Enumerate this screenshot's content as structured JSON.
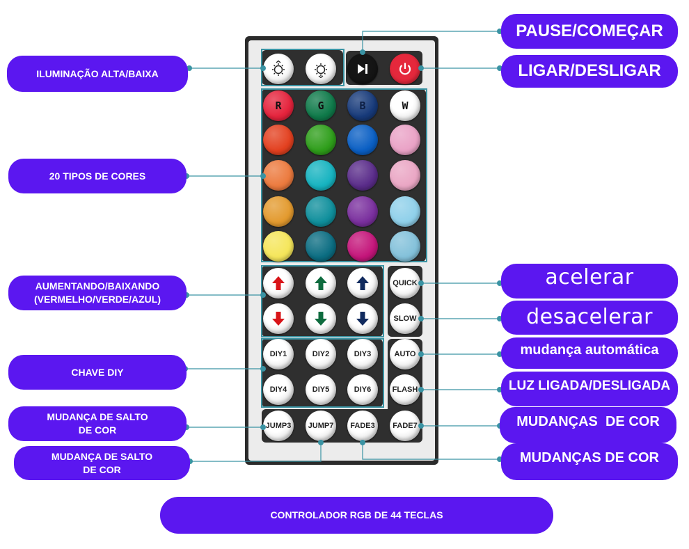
{
  "labels_left": [
    {
      "text": "ILUMINAÇÃO ALTA/BAIXA"
    },
    {
      "text": "20 TIPOS DE CORES"
    },
    {
      "line1": "AUMENTANDO/BAIXANDO",
      "line2": "(VERMELHO/VERDE/AZUL)"
    },
    {
      "text": "CHAVE DIY"
    },
    {
      "line1": "MUDANÇA DE SALTO",
      "line2": "DE COR"
    },
    {
      "line1": "MUDANÇA DE SALTO",
      "line2": "DE COR"
    }
  ],
  "labels_right": [
    {
      "text": "PAUSE/COMEÇAR"
    },
    {
      "text": "LIGAR/DESLIGAR"
    },
    {
      "text": "acelerar"
    },
    {
      "text": "desacelerar"
    },
    {
      "text": "mudança automática"
    },
    {
      "text": "LUZ LIGADA/DESLIGADA"
    },
    {
      "text": "MUDANÇAS  DE COR"
    },
    {
      "text": "MUDANÇAS DE COR"
    }
  ],
  "footer": {
    "text": "CONTROLADOR RGB DE 44 TECLAS"
  },
  "accent": "#5b17f0",
  "leader_color": "#3a93a3",
  "remote": {
    "top_row": [
      {
        "icon": "brightness-up-icon"
      },
      {
        "icon": "brightness-down-icon"
      },
      {
        "icon": "play-pause-icon"
      },
      {
        "icon": "power-icon"
      }
    ],
    "color_labels": [
      "R",
      "G",
      "B",
      "W"
    ],
    "colors": [
      [
        "#e5233c",
        "#0f7a4a",
        "#173a7a",
        "#ffffff"
      ],
      [
        "#e3401f",
        "#2e9e1a",
        "#0a5fc4",
        "#eaa2c6"
      ],
      [
        "#ec7a3e",
        "#16b3c0",
        "#5a2c8a",
        "#eaa6c4"
      ],
      [
        "#e39a2e",
        "#0f8f9c",
        "#7a2f9e",
        "#8fd0ea"
      ],
      [
        "#f5e65a",
        "#0b6d82",
        "#c4157a",
        "#83c1da"
      ]
    ],
    "arrows": [
      [
        "#d81418",
        "#0e6b3e",
        "#102a5e"
      ]
    ],
    "side_buttons": [
      "QUICK",
      "SLOW",
      "AUTO",
      "FLASH"
    ],
    "diy": [
      "DIY1",
      "DIY2",
      "DIY3",
      "DIY4",
      "DIY5",
      "DIY6"
    ],
    "bottom": [
      "JUMP3",
      "JUMP7",
      "FADE3",
      "FADE7"
    ]
  }
}
